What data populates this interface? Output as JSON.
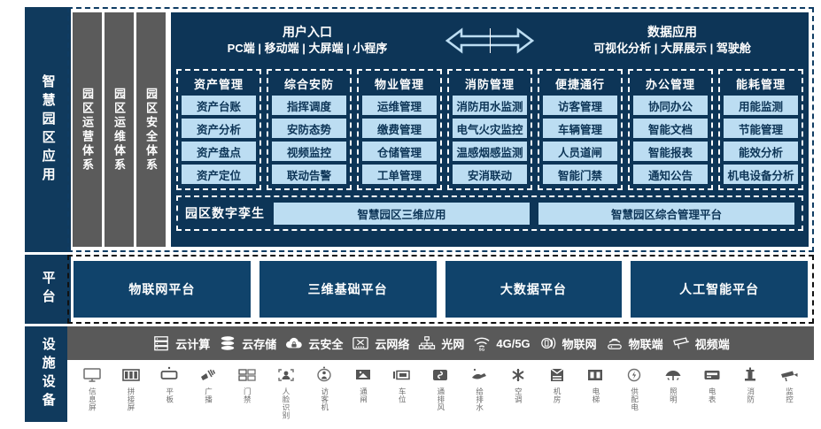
{
  "rail": {
    "application": "智慧园区应用",
    "platform": "平台",
    "devices": "设施设备"
  },
  "system_columns": [
    {
      "label": "园区运营体系"
    },
    {
      "label": "园区运维体系"
    },
    {
      "label": "园区安全体系"
    }
  ],
  "entry_band": {
    "left": {
      "title": "用户入口",
      "subtitle": "PC端 | 移动端 | 大屏端 | 小程序"
    },
    "arrow_icon": "double-arrow-icon",
    "right": {
      "title": "数据应用",
      "subtitle": "可视化分析 | 大屏展示 | 驾驶舱"
    }
  },
  "modules": [
    {
      "title": "资产管理",
      "items": [
        "资产台账",
        "资产分析",
        "资产盘点",
        "资产定位"
      ]
    },
    {
      "title": "综合安防",
      "items": [
        "指挥调度",
        "安防态势",
        "视频监控",
        "联动告警"
      ]
    },
    {
      "title": "物业管理",
      "items": [
        "运维管理",
        "缴费管理",
        "仓储管理",
        "工单管理"
      ]
    },
    {
      "title": "消防管理",
      "items": [
        "消防用水监测",
        "电气火灾监控",
        "温感烟感监测",
        "安消联动"
      ]
    },
    {
      "title": "便捷通行",
      "items": [
        "访客管理",
        "车辆管理",
        "人员道闸",
        "智能门禁"
      ]
    },
    {
      "title": "办公管理",
      "items": [
        "协同办公",
        "智能文档",
        "智能报表",
        "通知公告"
      ]
    },
    {
      "title": "能耗管理",
      "items": [
        "用能监测",
        "节能管理",
        "能效分析",
        "机电设备分析"
      ]
    }
  ],
  "digital_twin": {
    "label": "园区数字孪生",
    "boxes": [
      "智慧园区三维应用",
      "智慧园区综合管理平台"
    ]
  },
  "platforms": [
    {
      "label": "物联网平台"
    },
    {
      "label": "三维基础平台"
    },
    {
      "label": "大数据平台"
    },
    {
      "label": "人工智能平台"
    }
  ],
  "tech_bar": [
    {
      "label": "云计算",
      "icon": "server-icon"
    },
    {
      "label": "云存储",
      "icon": "database-icon"
    },
    {
      "label": "云安全",
      "icon": "cloud-lock-icon"
    },
    {
      "label": "云网络",
      "icon": "switch-icon"
    },
    {
      "label": "光网",
      "icon": "network-tree-icon"
    },
    {
      "label": "4G/5G",
      "icon": "wifi-5g-icon"
    },
    {
      "label": "物联网",
      "icon": "signal-tower-icon"
    },
    {
      "label": "物联端",
      "icon": "router-icon"
    },
    {
      "label": "视频端",
      "icon": "cctv-icon"
    }
  ],
  "devices": [
    {
      "label": "信息屏",
      "icon": "monitor-icon"
    },
    {
      "label": "拼接屏",
      "icon": "video-wall-icon"
    },
    {
      "label": "平板",
      "icon": "tablet-icon"
    },
    {
      "label": "广播",
      "icon": "speaker-icon"
    },
    {
      "label": "门禁",
      "icon": "access-control-icon"
    },
    {
      "label": "人脸识别",
      "icon": "face-recognition-icon"
    },
    {
      "label": "访客机",
      "icon": "visitor-kiosk-icon"
    },
    {
      "label": "通闸",
      "icon": "turnstile-icon"
    },
    {
      "label": "车位",
      "icon": "parking-space-icon"
    },
    {
      "label": "通排风",
      "icon": "ventilation-icon"
    },
    {
      "label": "给排水",
      "icon": "water-supply-icon"
    },
    {
      "label": "空调",
      "icon": "air-conditioner-icon"
    },
    {
      "label": "机房",
      "icon": "server-room-icon"
    },
    {
      "label": "电梯",
      "icon": "elevator-icon"
    },
    {
      "label": "供配电",
      "icon": "power-distribution-icon"
    },
    {
      "label": "照明",
      "icon": "lighting-icon"
    },
    {
      "label": "电表",
      "icon": "electric-meter-icon"
    },
    {
      "label": "消防",
      "icon": "fire-hydrant-icon"
    },
    {
      "label": "监控",
      "icon": "surveillance-camera-icon"
    }
  ],
  "colors": {
    "navy": "#0d3557",
    "navy_box": "#10436b",
    "light_blue": "#bcddf2",
    "grey": "#5b5b5b",
    "tech_grey": "#595959"
  }
}
